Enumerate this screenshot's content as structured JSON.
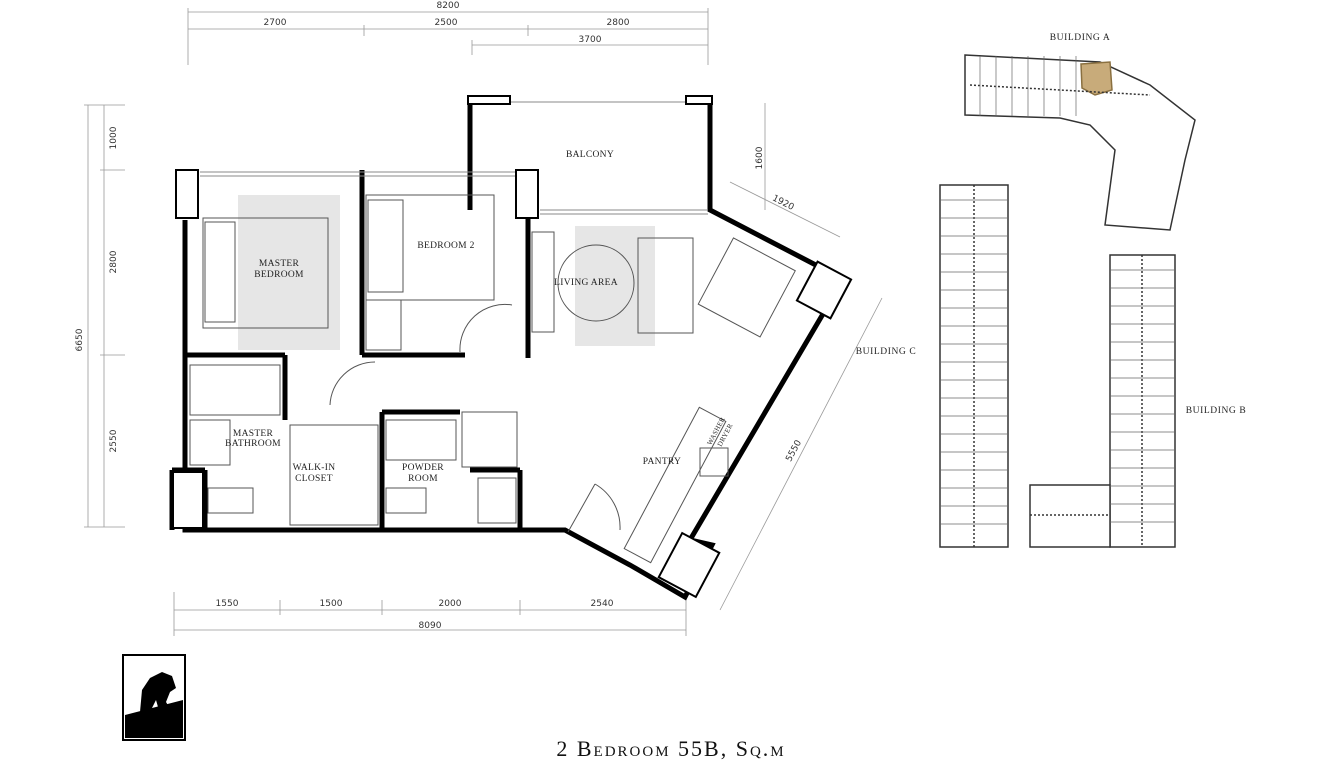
{
  "title": "2 Bedroom 55B, Sq.m",
  "rooms": {
    "balcony": "BALCONY",
    "master_bedroom": [
      "MASTER",
      "BEDROOM"
    ],
    "bedroom2": "BEDROOM 2",
    "living": "LIVING AREA",
    "master_bath": [
      "MASTER",
      "BATHROOM"
    ],
    "walkin": [
      "WALK-IN",
      "CLOSET"
    ],
    "powder": [
      "POWDER",
      "ROOM"
    ],
    "pantry": "PANTRY",
    "washer": [
      "WASHER",
      "DRYER"
    ]
  },
  "dimensions": {
    "top_total": "8200",
    "top": [
      "2700",
      "2500",
      "2800"
    ],
    "balcony_width": "3700",
    "left_total": "6650",
    "left": [
      "1000",
      "2800",
      "2550"
    ],
    "bottom": [
      "1550",
      "1500",
      "2000",
      "2540"
    ],
    "bottom_total": "8090",
    "balcony_depth": "1600",
    "diag_short": "1920",
    "diag_long": "5550"
  },
  "buildings": {
    "a": "BUILDING A",
    "b": "BUILDING B",
    "c": "BUILDING C"
  },
  "colors": {
    "wall": "#000000",
    "highlight_unit": "#c8ab7a",
    "rug": "#e6e6e6"
  },
  "logo": "lion-logo"
}
